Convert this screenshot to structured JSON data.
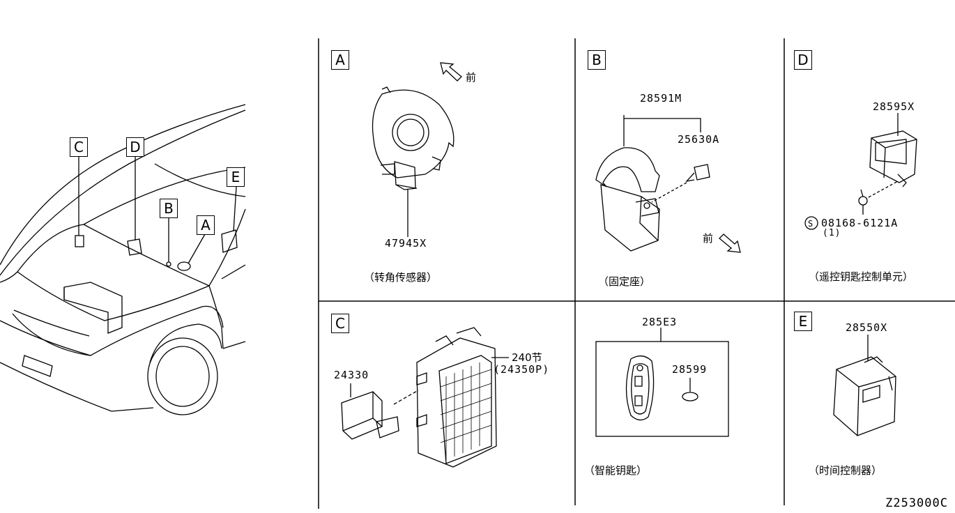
{
  "car_labels": {
    "c": "C",
    "d": "D",
    "b": "B",
    "a": "A",
    "e": "E"
  },
  "panels": {
    "a": {
      "letter": "A",
      "part": "47945X",
      "caption": "（转角传感器）",
      "front": "前"
    },
    "b": {
      "letter": "B",
      "part_main": "28591M",
      "part_screw": "25630A",
      "caption": "（固定座）",
      "front": "前"
    },
    "d": {
      "letter": "D",
      "part_main": "28595X",
      "screw_symbol": "S",
      "part_screw": "08168-6121A",
      "qty": "(1)",
      "caption": "（遥控钥匙控制单元）"
    },
    "c": {
      "letter": "C",
      "part_relay": "24330",
      "part_block": "240节",
      "part_block_sub": "(24350P)"
    },
    "key": {
      "part_main": "285E3",
      "part_battery": "28599",
      "caption": "（智能钥匙）"
    },
    "e": {
      "letter": "E",
      "part": "28550X",
      "caption": "（时间控制器）"
    }
  },
  "diagram_ref": "Z253000C"
}
